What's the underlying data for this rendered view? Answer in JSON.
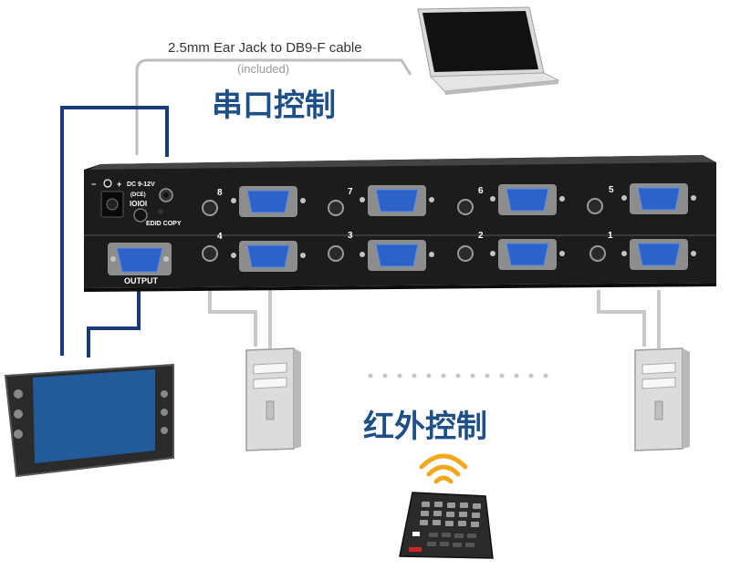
{
  "cable_label": "2.5mm Ear Jack to DB9-F cable",
  "cable_note": "(included)",
  "serial_control_title": "串口控制",
  "ir_control_title": "红外控制",
  "switch_panel": {
    "power_label": "DC 9-12V",
    "dce_label": "(DCE)",
    "serial_symbol": "IOIOI",
    "edid_label": "EDID COPY",
    "output_label": "OUTPUT",
    "top_row_ports": [
      "8",
      "7",
      "6",
      "5"
    ],
    "bottom_row_ports": [
      "4",
      "3",
      "2",
      "1"
    ]
  },
  "colors": {
    "title_blue": "#1e4f86",
    "serial_cable": "#1b3a7a",
    "video_cable": "#c8c8c8",
    "vga_blue": "#2d62c8",
    "chassis": "#1c1c1c",
    "wifi_orange": "#f2a81d"
  },
  "icons": [
    "laptop-icon",
    "monitor-icon",
    "pc-tower-icon",
    "remote-control-icon",
    "wireless-signal-icon"
  ]
}
